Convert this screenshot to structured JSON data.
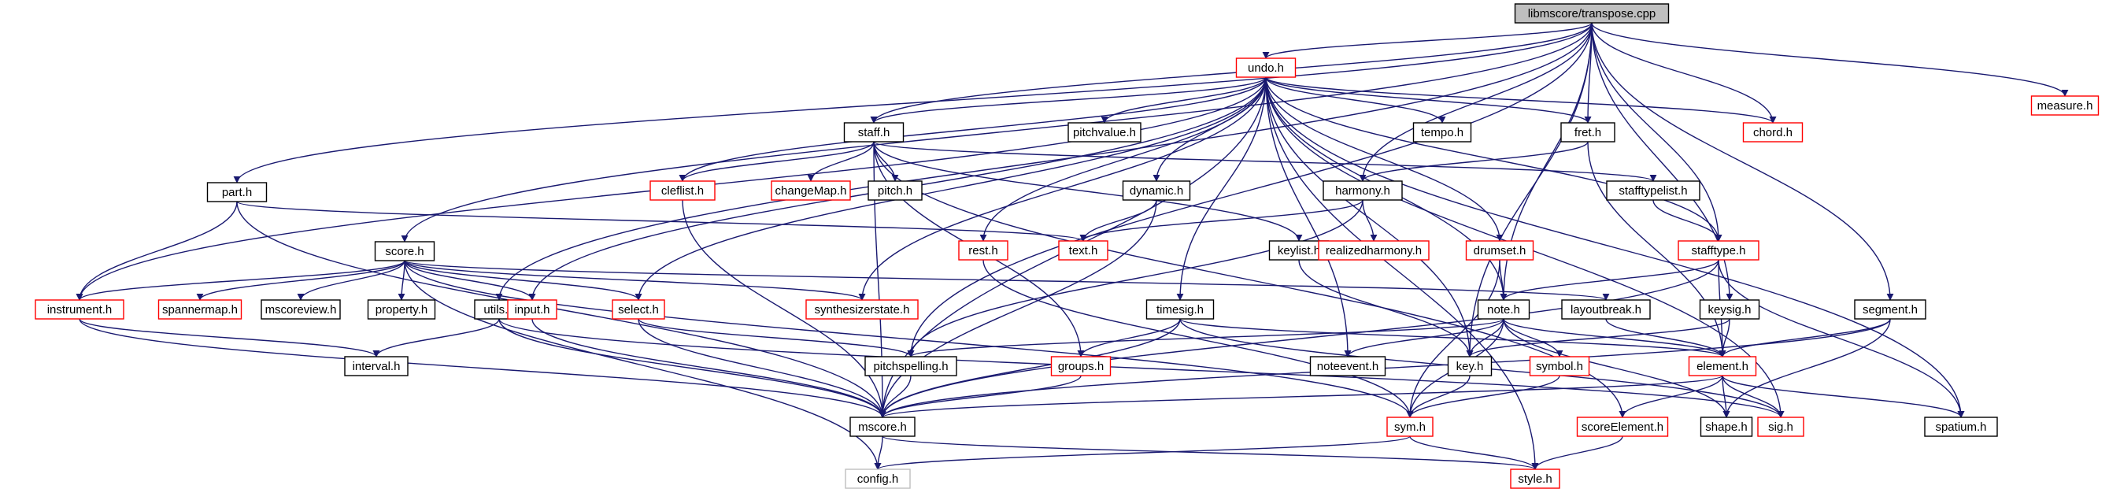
{
  "root": "libmscore/transpose.cpp",
  "colors": {
    "edge": "#191970",
    "root_fill": "#bfbfbf",
    "normal_border": "#000000",
    "red_border": "#ff0000",
    "gray_border": "#bfbfbf",
    "fill": "#ffffff"
  },
  "nodes": [
    {
      "id": "root",
      "label": "libmscore/transpose.cpp",
      "style": "root"
    },
    {
      "id": "undo",
      "label": "undo.h",
      "style": "red"
    },
    {
      "id": "measure",
      "label": "measure.h",
      "style": "red"
    },
    {
      "id": "staff",
      "label": "staff.h",
      "style": "normal"
    },
    {
      "id": "pitchvalue",
      "label": "pitchvalue.h",
      "style": "normal"
    },
    {
      "id": "tempo",
      "label": "tempo.h",
      "style": "normal"
    },
    {
      "id": "fret",
      "label": "fret.h",
      "style": "normal"
    },
    {
      "id": "chord",
      "label": "chord.h",
      "style": "red"
    },
    {
      "id": "part",
      "label": "part.h",
      "style": "normal"
    },
    {
      "id": "cleflist",
      "label": "cleflist.h",
      "style": "red"
    },
    {
      "id": "changemap",
      "label": "changeMap.h",
      "style": "red"
    },
    {
      "id": "pitch",
      "label": "pitch.h",
      "style": "normal"
    },
    {
      "id": "dynamic",
      "label": "dynamic.h",
      "style": "normal"
    },
    {
      "id": "harmony",
      "label": "harmony.h",
      "style": "normal"
    },
    {
      "id": "stafftypelist",
      "label": "stafftypelist.h",
      "style": "normal"
    },
    {
      "id": "rest",
      "label": "rest.h",
      "style": "red"
    },
    {
      "id": "text",
      "label": "text.h",
      "style": "red"
    },
    {
      "id": "keylist",
      "label": "keylist.h",
      "style": "normal"
    },
    {
      "id": "realizedharmony",
      "label": "realizedharmony.h",
      "style": "red"
    },
    {
      "id": "drumset",
      "label": "drumset.h",
      "style": "red"
    },
    {
      "id": "stafftype",
      "label": "stafftype.h",
      "style": "red"
    },
    {
      "id": "score",
      "label": "score.h",
      "style": "normal"
    },
    {
      "id": "synthesizerstate",
      "label": "synthesizerstate.h",
      "style": "red"
    },
    {
      "id": "instrument",
      "label": "instrument.h",
      "style": "red"
    },
    {
      "id": "spannermap",
      "label": "spannermap.h",
      "style": "red"
    },
    {
      "id": "mscoreview",
      "label": "mscoreview.h",
      "style": "normal"
    },
    {
      "id": "property",
      "label": "property.h",
      "style": "normal"
    },
    {
      "id": "utils",
      "label": "utils.h",
      "style": "normal"
    },
    {
      "id": "input",
      "label": "input.h",
      "style": "red"
    },
    {
      "id": "select",
      "label": "select.h",
      "style": "red"
    },
    {
      "id": "timesig",
      "label": "timesig.h",
      "style": "normal"
    },
    {
      "id": "note",
      "label": "note.h",
      "style": "normal"
    },
    {
      "id": "layoutbreak",
      "label": "layoutbreak.h",
      "style": "normal"
    },
    {
      "id": "keysig",
      "label": "keysig.h",
      "style": "normal"
    },
    {
      "id": "segment",
      "label": "segment.h",
      "style": "normal"
    },
    {
      "id": "interval",
      "label": "interval.h",
      "style": "normal"
    },
    {
      "id": "pitchspelling",
      "label": "pitchspelling.h",
      "style": "normal"
    },
    {
      "id": "groups",
      "label": "groups.h",
      "style": "red"
    },
    {
      "id": "noteevent",
      "label": "noteevent.h",
      "style": "normal"
    },
    {
      "id": "key",
      "label": "key.h",
      "style": "normal"
    },
    {
      "id": "symbol",
      "label": "symbol.h",
      "style": "red"
    },
    {
      "id": "element",
      "label": "element.h",
      "style": "red"
    },
    {
      "id": "mscore",
      "label": "mscore.h",
      "style": "normal"
    },
    {
      "id": "sym",
      "label": "sym.h",
      "style": "red"
    },
    {
      "id": "scoreelement",
      "label": "scoreElement.h",
      "style": "red"
    },
    {
      "id": "shape",
      "label": "shape.h",
      "style": "normal"
    },
    {
      "id": "sig",
      "label": "sig.h",
      "style": "red"
    },
    {
      "id": "spatium",
      "label": "spatium.h",
      "style": "normal"
    },
    {
      "id": "config",
      "label": "config.h",
      "style": "gray"
    },
    {
      "id": "style",
      "label": "style.h",
      "style": "red"
    }
  ],
  "edges": [
    [
      "root",
      "undo"
    ],
    [
      "root",
      "measure"
    ],
    [
      "root",
      "staff"
    ],
    [
      "root",
      "fret"
    ],
    [
      "root",
      "chord"
    ],
    [
      "root",
      "part"
    ],
    [
      "root",
      "harmony"
    ],
    [
      "root",
      "stafftype"
    ],
    [
      "root",
      "score"
    ],
    [
      "root",
      "utils"
    ],
    [
      "root",
      "note"
    ],
    [
      "root",
      "keysig"
    ],
    [
      "root",
      "segment"
    ],
    [
      "root",
      "pitchspelling"
    ],
    [
      "root",
      "key"
    ],
    [
      "undo",
      "staff"
    ],
    [
      "undo",
      "pitchvalue"
    ],
    [
      "undo",
      "tempo"
    ],
    [
      "undo",
      "fret"
    ],
    [
      "undo",
      "chord"
    ],
    [
      "undo",
      "cleflist"
    ],
    [
      "undo",
      "dynamic"
    ],
    [
      "undo",
      "rest"
    ],
    [
      "undo",
      "drumset"
    ],
    [
      "undo",
      "stafftype"
    ],
    [
      "undo",
      "synthesizerstate"
    ],
    [
      "undo",
      "instrument"
    ],
    [
      "undo",
      "input"
    ],
    [
      "undo",
      "select"
    ],
    [
      "undo",
      "timesig"
    ],
    [
      "undo",
      "note"
    ],
    [
      "undo",
      "noteevent"
    ],
    [
      "undo",
      "key"
    ],
    [
      "undo",
      "mscore"
    ],
    [
      "undo",
      "sig"
    ],
    [
      "undo",
      "spatium"
    ],
    [
      "undo",
      "style"
    ],
    [
      "staff",
      "cleflist"
    ],
    [
      "staff",
      "changemap"
    ],
    [
      "staff",
      "pitch"
    ],
    [
      "staff",
      "keylist"
    ],
    [
      "staff",
      "stafftypelist"
    ],
    [
      "staff",
      "groups"
    ],
    [
      "staff",
      "scoreelement"
    ],
    [
      "staff",
      "mscore"
    ],
    [
      "fret",
      "harmony"
    ],
    [
      "fret",
      "element"
    ],
    [
      "part",
      "instrument"
    ],
    [
      "part",
      "text"
    ],
    [
      "part",
      "mscore"
    ],
    [
      "cleflist",
      "mscore"
    ],
    [
      "dynamic",
      "text"
    ],
    [
      "dynamic",
      "mscore"
    ],
    [
      "harmony",
      "text"
    ],
    [
      "harmony",
      "realizedharmony"
    ],
    [
      "harmony",
      "pitchspelling"
    ],
    [
      "stafftypelist",
      "stafftype"
    ],
    [
      "rest",
      "sym"
    ],
    [
      "keylist",
      "key"
    ],
    [
      "drumset",
      "note"
    ],
    [
      "drumset",
      "sym"
    ],
    [
      "stafftype",
      "note"
    ],
    [
      "stafftype",
      "element"
    ],
    [
      "stafftype",
      "spatium"
    ],
    [
      "stafftype",
      "mscore"
    ],
    [
      "score",
      "synthesizerstate"
    ],
    [
      "score",
      "instrument"
    ],
    [
      "score",
      "spannermap"
    ],
    [
      "score",
      "mscoreview"
    ],
    [
      "score",
      "property"
    ],
    [
      "score",
      "input"
    ],
    [
      "score",
      "select"
    ],
    [
      "score",
      "layoutbreak"
    ],
    [
      "score",
      "sym"
    ],
    [
      "score",
      "config"
    ],
    [
      "instrument",
      "interval"
    ],
    [
      "instrument",
      "mscore"
    ],
    [
      "utils",
      "interval"
    ],
    [
      "utils",
      "mscore"
    ],
    [
      "utils",
      "sig"
    ],
    [
      "input",
      "mscore"
    ],
    [
      "select",
      "pitchspelling"
    ],
    [
      "select",
      "mscore"
    ],
    [
      "timesig",
      "groups"
    ],
    [
      "timesig",
      "element"
    ],
    [
      "timesig",
      "sig"
    ],
    [
      "timesig",
      "mscore"
    ],
    [
      "note",
      "pitchspelling"
    ],
    [
      "note",
      "noteevent"
    ],
    [
      "note",
      "key"
    ],
    [
      "note",
      "symbol"
    ],
    [
      "note",
      "element"
    ],
    [
      "note",
      "shape"
    ],
    [
      "note",
      "sym"
    ],
    [
      "layoutbreak",
      "element"
    ],
    [
      "keysig",
      "key"
    ],
    [
      "keysig",
      "element"
    ],
    [
      "segment",
      "element"
    ],
    [
      "segment",
      "shape"
    ],
    [
      "segment",
      "mscore"
    ],
    [
      "pitchspelling",
      "mscore"
    ],
    [
      "groups",
      "mscore"
    ],
    [
      "key",
      "sym"
    ],
    [
      "symbol",
      "sym"
    ],
    [
      "element",
      "scoreelement"
    ],
    [
      "element",
      "shape"
    ],
    [
      "element",
      "sig"
    ],
    [
      "element",
      "spatium"
    ],
    [
      "element",
      "mscore"
    ],
    [
      "mscore",
      "config"
    ],
    [
      "mscore",
      "style"
    ],
    [
      "sym",
      "config"
    ],
    [
      "sym",
      "style"
    ],
    [
      "scoreelement",
      "style"
    ]
  ]
}
